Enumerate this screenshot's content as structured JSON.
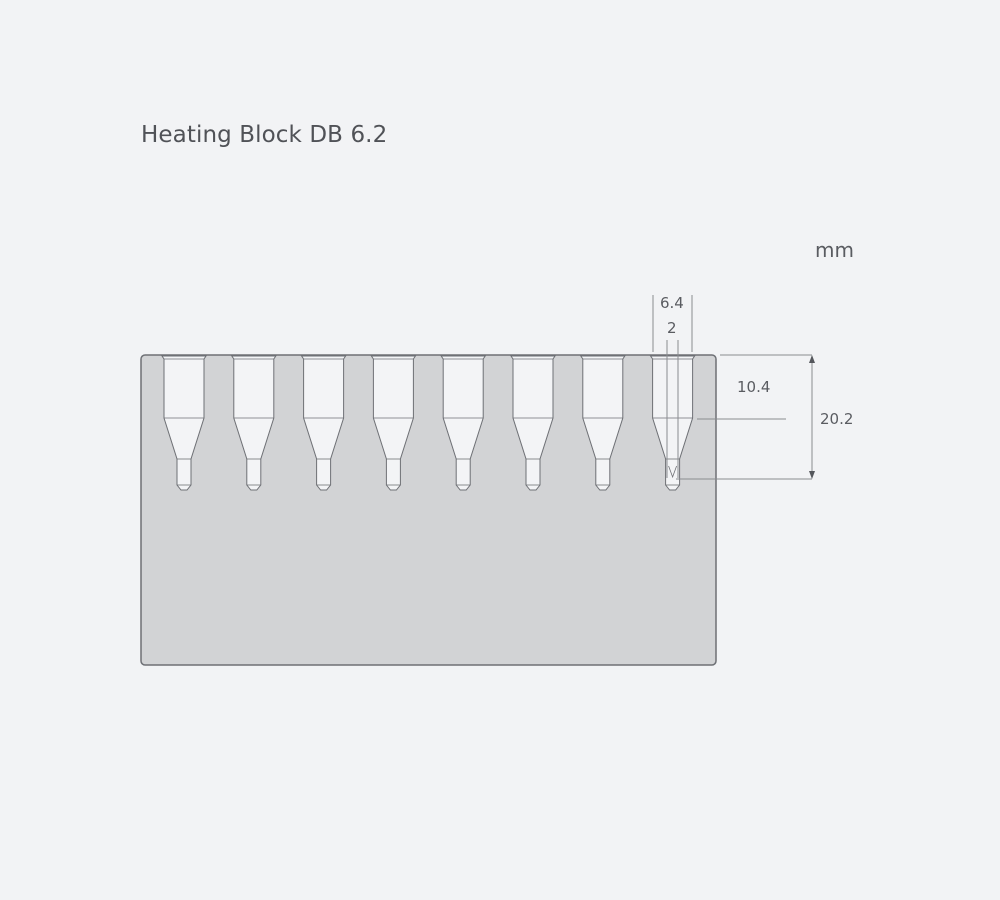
{
  "title": "Heating Block DB 6.2",
  "unit": "mm",
  "colors": {
    "background": "#f2f3f5",
    "block_fill": "#d2d3d5",
    "block_stroke": "#6e7075",
    "well_fill": "#f3f4f6",
    "dimension_line": "#8a8c90",
    "text": "#55575c"
  },
  "block": {
    "well_count": 8
  },
  "dimensions": {
    "outer_diameter": "6.4",
    "inner_diameter": "2",
    "taper_start_depth": "10.4",
    "total_depth": "20.2"
  }
}
